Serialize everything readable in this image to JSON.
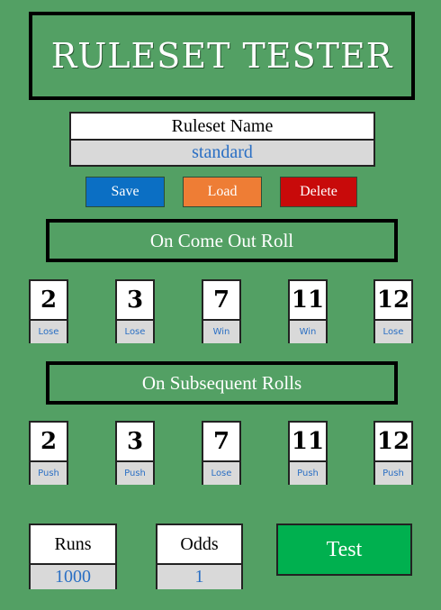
{
  "title": "RULESET TESTER",
  "ruleset": {
    "label": "Ruleset Name",
    "value": "standard"
  },
  "buttons": {
    "save": "Save",
    "load": "Load",
    "delete": "Delete",
    "test": "Test"
  },
  "colors": {
    "background": "#53a064",
    "save": "#0b6fc4",
    "load": "#ee7d35",
    "delete": "#c80a0a",
    "test": "#00b04f",
    "value_text": "#2a6fc4"
  },
  "come_out": {
    "heading": "On Come Out Roll",
    "dice": [
      {
        "number": "2",
        "result": "Lose"
      },
      {
        "number": "3",
        "result": "Lose"
      },
      {
        "number": "7",
        "result": "Win"
      },
      {
        "number": "11",
        "result": "Win"
      },
      {
        "number": "12",
        "result": "Lose"
      }
    ]
  },
  "subsequent": {
    "heading": "On Subsequent Rolls",
    "dice": [
      {
        "number": "2",
        "result": "Push"
      },
      {
        "number": "3",
        "result": "Push"
      },
      {
        "number": "7",
        "result": "Lose"
      },
      {
        "number": "11",
        "result": "Push"
      },
      {
        "number": "12",
        "result": "Push"
      }
    ]
  },
  "runs": {
    "label": "Runs",
    "value": "1000"
  },
  "odds": {
    "label": "Odds",
    "value": "1"
  }
}
